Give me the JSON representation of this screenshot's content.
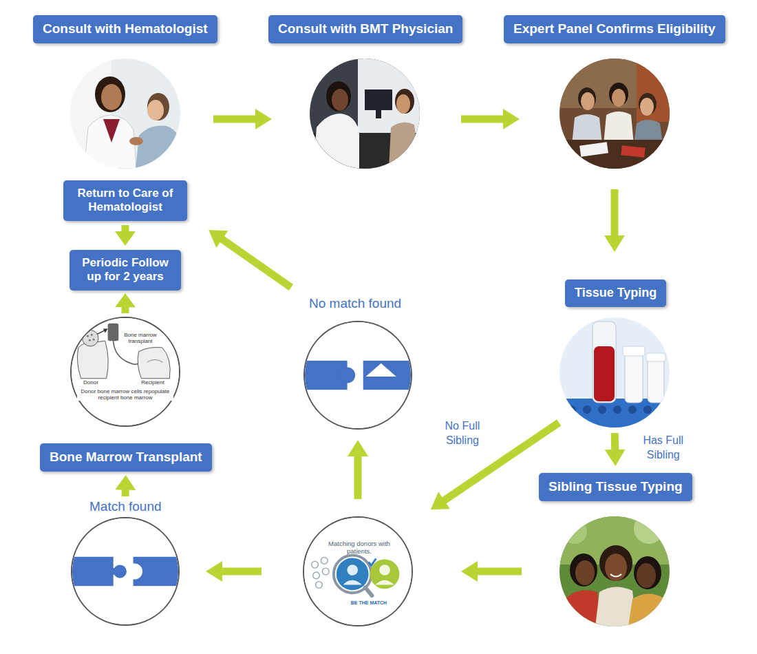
{
  "diagram": {
    "nodes": [
      {
        "text": [
          "Consult with Hematologist"
        ]
      },
      {
        "text": [
          "Consult with BMT Physician"
        ]
      },
      {
        "text": [
          "Expert Panel Confirms Eligibility"
        ]
      },
      {
        "text": [
          "Tissue Typing"
        ]
      },
      {
        "text": [
          "Sibling Tissue Typing"
        ]
      },
      {
        "text": [
          "Matching donors with patients."
        ]
      },
      {
        "text": [
          "No match found"
        ]
      },
      {
        "text": [
          "Match found"
        ]
      },
      {
        "text": [
          "Bone Marrow Transplant"
        ]
      },
      {
        "text": [
          "Periodic Follow up for 2 years"
        ]
      },
      {
        "text": [
          "Return to Care of Hematologist"
        ]
      }
    ],
    "edges": [
      {
        "from": 0,
        "to": 1,
        "arrow": "to"
      },
      {
        "from": 1,
        "to": 2,
        "arrow": "to"
      },
      {
        "from": 2,
        "to": 3,
        "arrow": "to"
      },
      {
        "from": 3,
        "to": 4,
        "label": "Has Full Sibling",
        "arrow": "to"
      },
      {
        "from": 3,
        "to": 5,
        "label": "No Full Sibling",
        "arrow": "to"
      },
      {
        "from": 4,
        "to": 5,
        "arrow": "to"
      },
      {
        "from": 5,
        "to": 6,
        "arrow": "to"
      },
      {
        "from": 5,
        "to": 7,
        "arrow": "to"
      },
      {
        "from": 7,
        "to": 8,
        "arrow": "to"
      },
      {
        "from": 8,
        "to": 9,
        "arrow": "to"
      },
      {
        "from": 6,
        "to": 10,
        "arrow": "to"
      },
      {
        "from": 10,
        "to": 9,
        "arrow": "to"
      }
    ],
    "labels": [
      "Bone marrow transplant",
      "Donor",
      "Recipient",
      "Donor bone marrow cells repopulate recipient bone marrow",
      "BE THE MATCH"
    ]
  }
}
